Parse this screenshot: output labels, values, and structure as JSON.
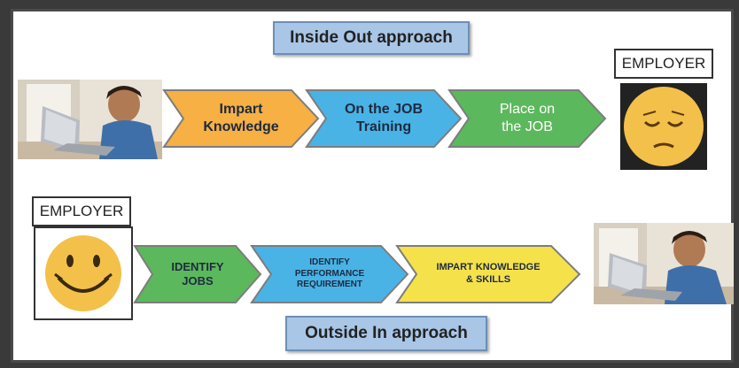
{
  "top": {
    "title": "Inside Out approach",
    "steps": [
      {
        "label": "Impart\nKnowledge",
        "color": "#f6b044"
      },
      {
        "label": "On the JOB\nTraining",
        "color": "#49b3e6"
      },
      {
        "label": "Place on\nthe JOB",
        "color": "#5cb85c"
      }
    ],
    "employer_label": "EMPLOYER",
    "employer_face": "sad-face-icon"
  },
  "bottom": {
    "title": "Outside In approach",
    "steps": [
      {
        "label": "IDENTIFY\nJOBS",
        "color": "#5cb85c"
      },
      {
        "label": "IDENTIFY\nPERFORMANCE\nREQUIREMENT",
        "color": "#49b3e6"
      },
      {
        "label": "IMPART KNOWLEDGE\n& SKILLS",
        "color": "#f5e24a"
      }
    ],
    "employer_label": "EMPLOYER",
    "employer_face": "happy-face-icon"
  },
  "colors": {
    "title_bg": "#a9c6e6",
    "emoji": "#f3c04a"
  }
}
